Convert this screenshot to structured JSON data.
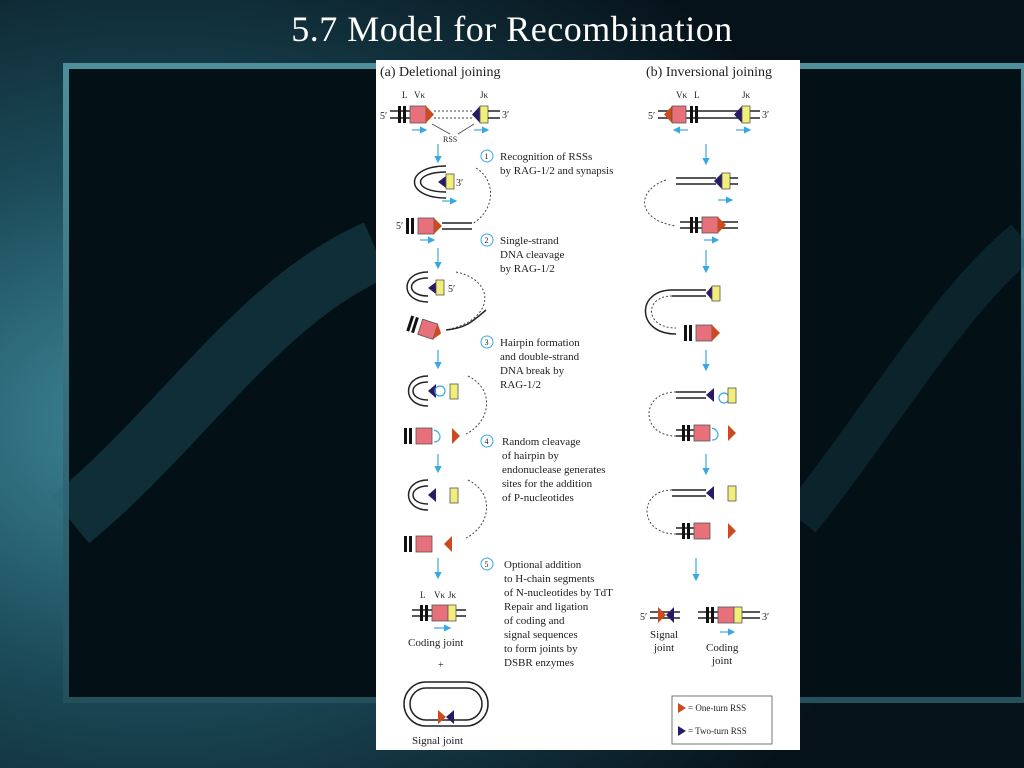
{
  "slide": {
    "title": "5.7  Model for Recombination"
  },
  "figure": {
    "panel_a_title": "(a) Deletional joining",
    "panel_b_title": "(b) Inversional joining",
    "labels": {
      "L": "L",
      "V": "Vκ",
      "J": "Jκ",
      "rss": "RSS",
      "five_prime": "5′",
      "three_prime": "3′"
    },
    "steps": [
      {
        "number": "1",
        "lines": [
          "Recognition of RSSs",
          "by RAG-1/2 and synapsis"
        ]
      },
      {
        "number": "2",
        "lines": [
          "Single-strand",
          "DNA cleavage",
          "by RAG-1/2"
        ]
      },
      {
        "number": "3",
        "lines": [
          "Hairpin formation",
          "and double-strand",
          "DNA break by",
          "RAG-1/2"
        ]
      },
      {
        "number": "4",
        "lines": [
          "Random cleavage",
          "of hairpin by",
          "endonuclease generates",
          "sites for the addition",
          "of P-nucleotides"
        ]
      },
      {
        "number": "5",
        "lines": [
          "Optional addition",
          "to H-chain segments",
          "of N-nucleotides by TdT",
          "Repair and ligation",
          "of coding and",
          "signal sequences",
          "to form joints by",
          "DSBR enzymes"
        ]
      }
    ],
    "products": {
      "coding_joint": "Coding joint",
      "plus": "+",
      "signal_joint": "Signal joint",
      "signal_joint_b": [
        "Signal",
        "joint"
      ],
      "coding_joint_b": [
        "Coding",
        "joint"
      ]
    },
    "legend": {
      "one_turn": "= One-turn RSS",
      "two_turn": "= Two-turn RSS"
    },
    "colors": {
      "v_segment": "#e8707a",
      "j_segment": "#f2ee7a",
      "one_turn_rss": "#cc4a1e",
      "two_turn_rss": "#2a1a66",
      "arrow": "#3aa8e0"
    }
  }
}
